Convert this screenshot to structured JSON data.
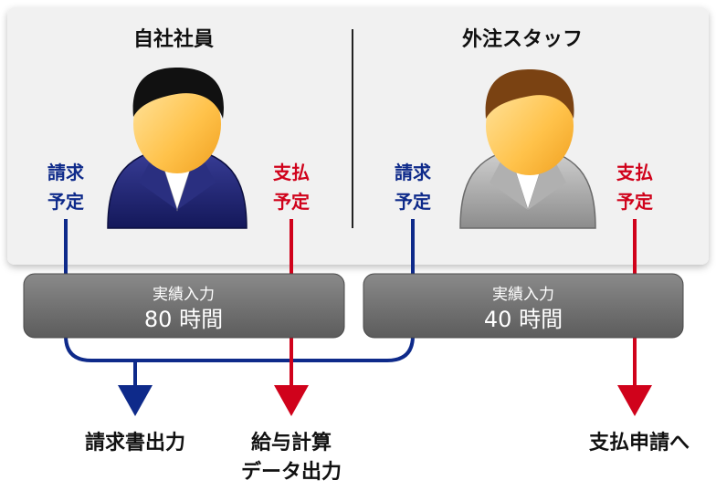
{
  "colors": {
    "billing": "#0e2a8a",
    "payment": "#d0021b",
    "bar": "#6f6f6f",
    "panel": "#f1f1f1"
  },
  "employee": {
    "title": "自社社員",
    "billing_line1": "請求",
    "billing_line2": "予定",
    "payment_line1": "支払",
    "payment_line2": "予定",
    "bar_caption": "実績入力",
    "bar_value": "80 時間"
  },
  "contractor": {
    "title": "外注スタッフ",
    "billing_line1": "請求",
    "billing_line2": "予定",
    "payment_line1": "支払",
    "payment_line2": "予定",
    "bar_caption": "実績入力",
    "bar_value": "40 時間"
  },
  "outputs": {
    "invoice": "請求書出力",
    "payroll_line1": "給与計算",
    "payroll_line2": "データ出力",
    "payment_request": "支払申請へ"
  }
}
